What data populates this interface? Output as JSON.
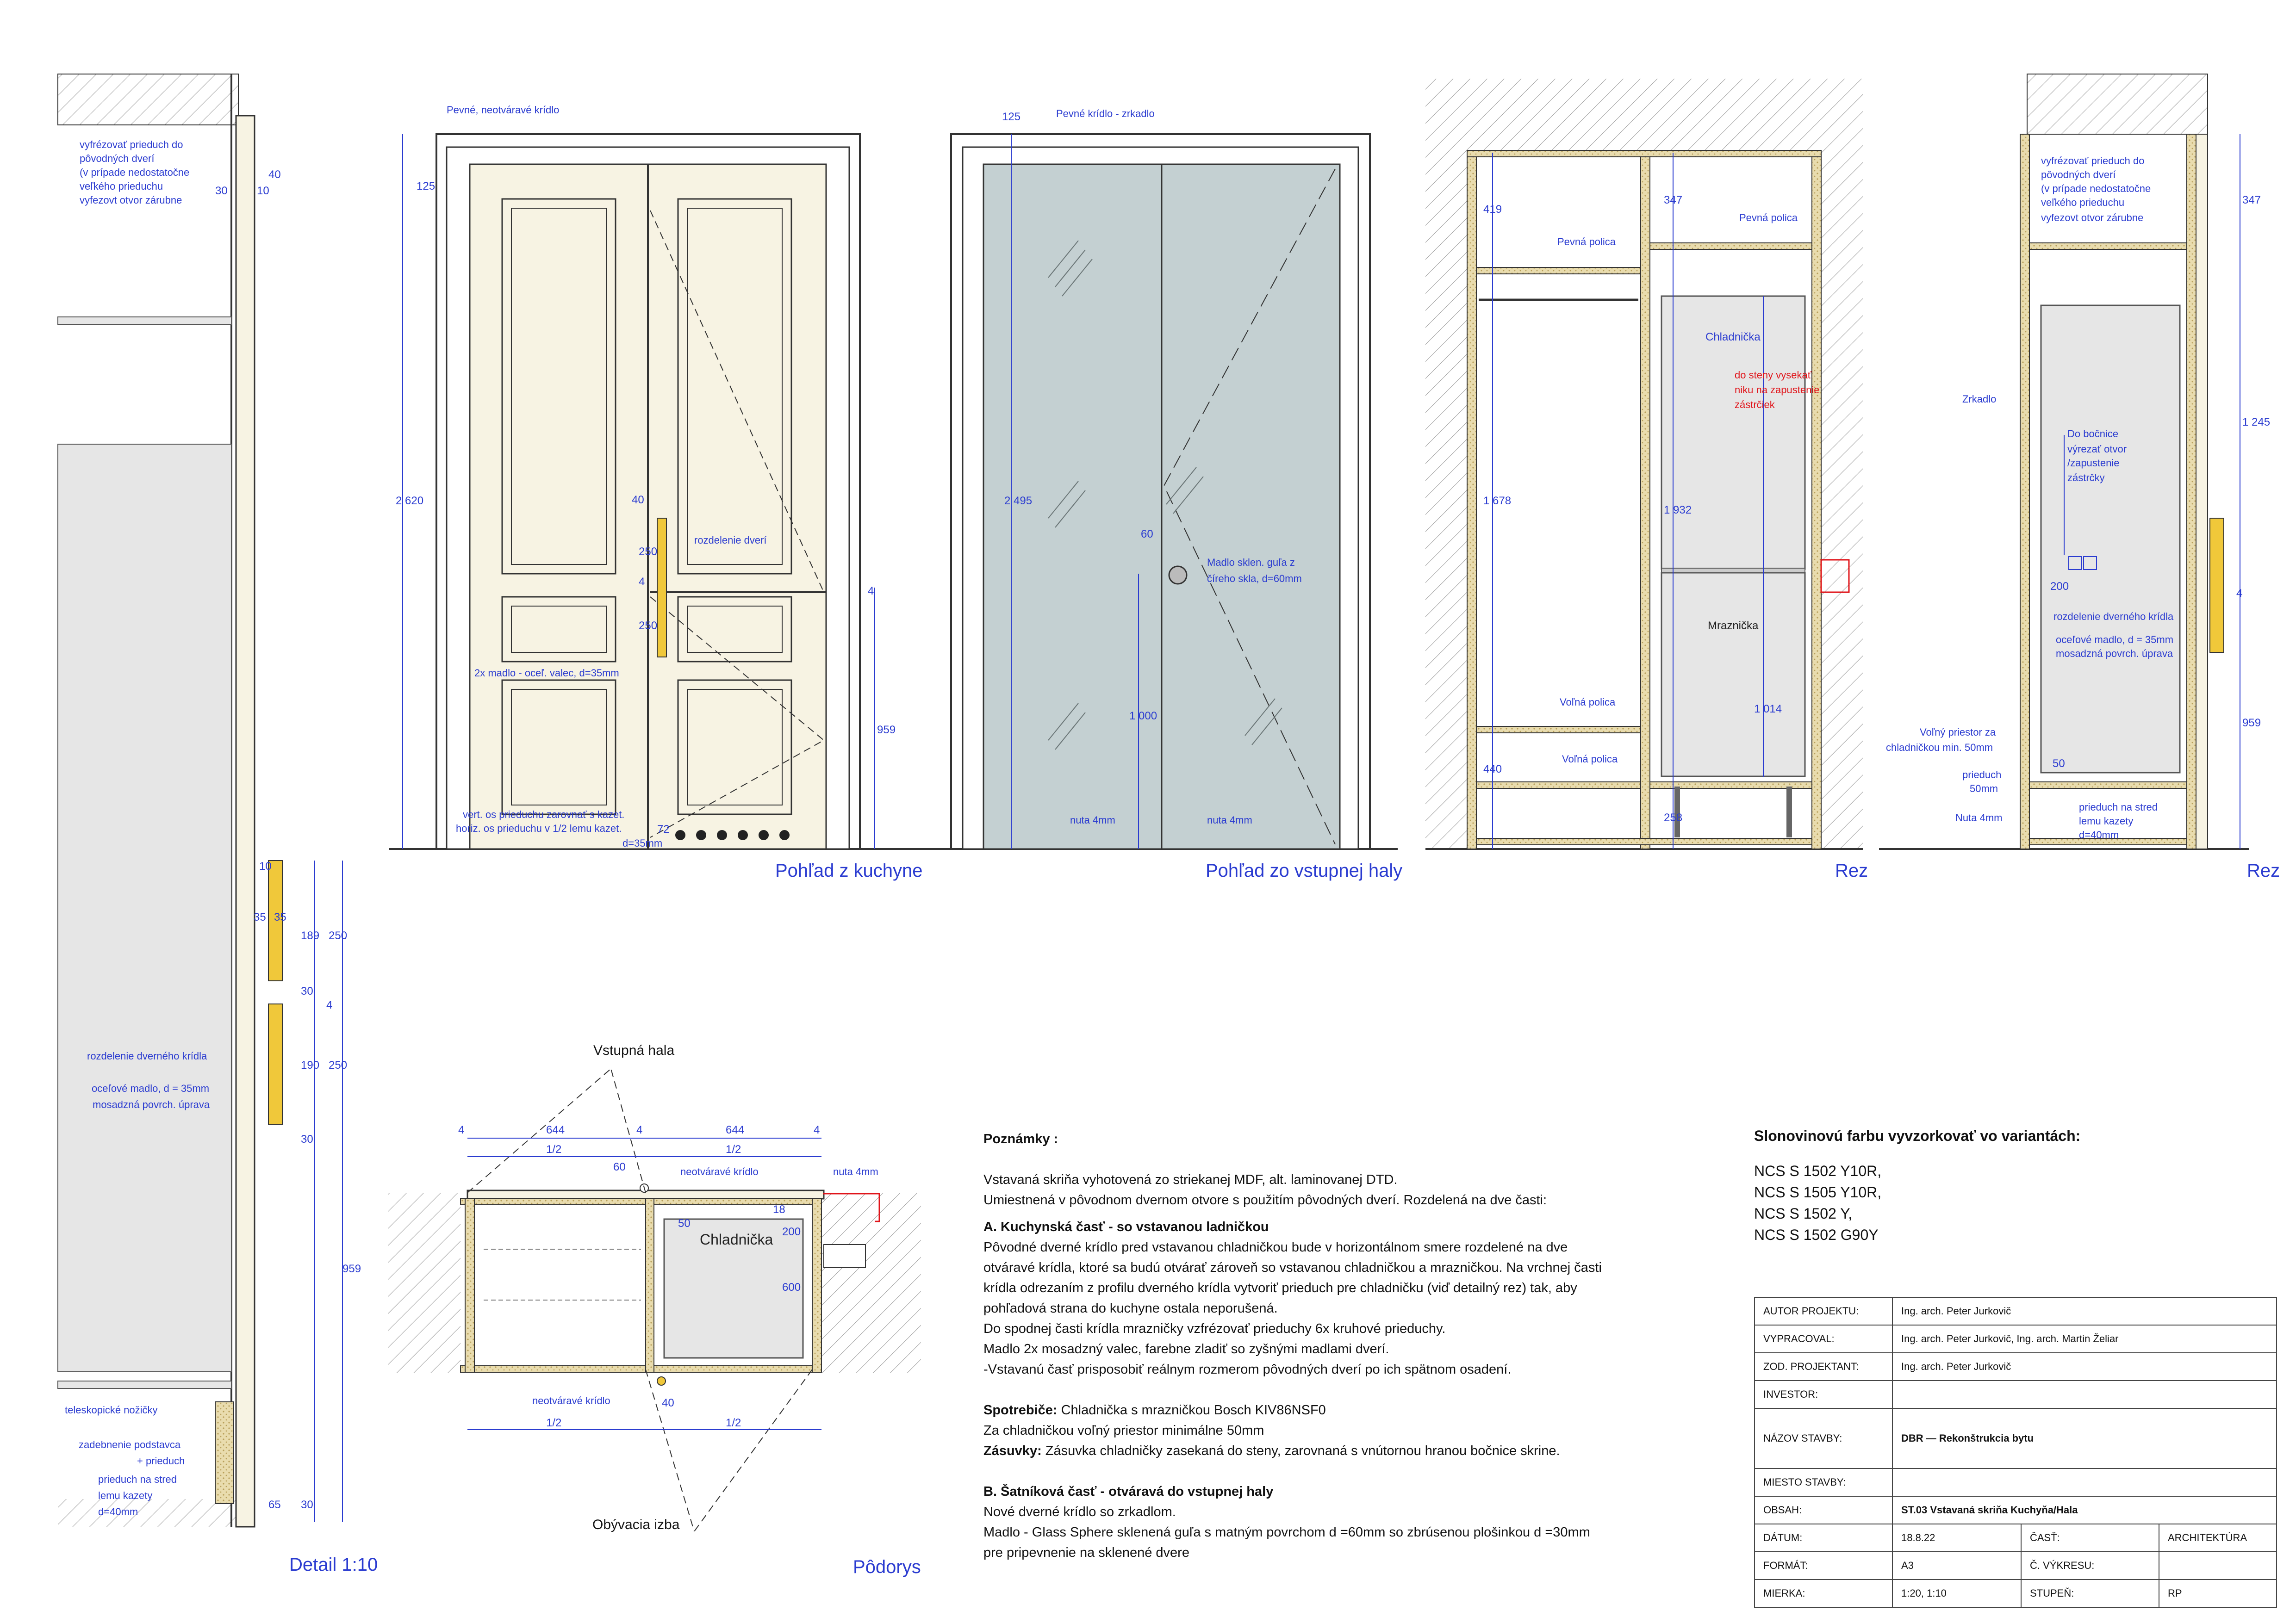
{
  "views": {
    "kitchen_title": "Pohľad z kuchyne",
    "hall_title": "Pohľad zo vstupnej haly",
    "section1_title": "Rez",
    "section2_title": "Rez",
    "detail_title": "Detail 1:10",
    "plan_title": "Pôdorys"
  },
  "kitchen_view": {
    "labels": {
      "fixed_leaf": "Pevné, neotváravé krídlo",
      "door_split": "rozdelenie dverí",
      "handles": "2x madlo - oceľ. valec, d=35mm",
      "vent1": "vert. os prieduchu zarovnať s kazet.",
      "vent2": "horiz. os prieduchu v 1/2 lemu kazet.",
      "vent3": "d=35mm"
    },
    "dims": {
      "d125": "125",
      "d2620": "2 620",
      "d40": "40",
      "d250a": "250",
      "d4": "4",
      "d250b": "250",
      "d959": "959",
      "d4b": "4",
      "d72": "72"
    }
  },
  "hall_view": {
    "labels": {
      "fixed_mirror": "Pevné krídlo - zrkadlo",
      "handle1": "Madlo sklen. guľa z",
      "handle2": "číreho skla, d=60mm",
      "groove1": "nuta 4mm",
      "groove2": "nuta 4mm"
    },
    "dims": {
      "d125": "125",
      "d2495": "2 495",
      "d60": "60",
      "d1000": "1 000"
    }
  },
  "section1": {
    "labels": {
      "fixed_shelf1": "Pevná polica",
      "fixed_shelf2": "Pevná polica",
      "fridge": "Chladnička",
      "freezer": "Mraznička",
      "niche1": "do steny vysekať",
      "niche2": "niku na zapustenie",
      "niche3": "zástrčiek",
      "loose_shelf1": "Voľná polica",
      "loose_shelf2": "Voľná polica"
    },
    "dims": {
      "d419": "419",
      "d347": "347",
      "d1678": "1 678",
      "d1932": "1 932",
      "d1014": "1 014",
      "d440": "440",
      "d258": "258"
    }
  },
  "section2": {
    "labels": {
      "mill1": "vyfrézovať prieduch do",
      "mill2": "pôvodných dverí",
      "mill3": "(v prípade nedostatočne",
      "mill4": "veľkého prieduchu",
      "mill5": "vyfezovt otvor  zárubne",
      "mirror": "Zrkadlo",
      "side1": "Do bočnice",
      "side2": "výrezať otvor",
      "side3": "/zapustenie",
      "side4": "zástrčky",
      "split": "rozdelenie dverného krídla",
      "handle1": "oceľové madlo, d = 35mm",
      "handle2": "mosadzná povrch. úprava",
      "space1": "Voľný priestor za",
      "space2": "chladničkou min. 50mm",
      "vent1": "prieduch",
      "vent2": "50mm",
      "groove": "Nuta 4mm",
      "ventc1": "prieduch na stred",
      "ventc2": "lemu kazety",
      "ventc3": "d=40mm"
    },
    "dims": {
      "d347": "347",
      "d1245": "1 245",
      "d200": "200",
      "d4": "4",
      "d959": "959",
      "d50": "50"
    }
  },
  "detail": {
    "labels": {
      "mill1": "vyfrézovať prieduch do",
      "mill2": "pôvodných dverí",
      "mill3": "(v prípade nedostatočne",
      "mill4": "veľkého prieduchu",
      "mill5": "vyfezovt otvor  zárubne",
      "split": "rozdelenie dverného krídla",
      "handle1": "oceľové madlo, d = 35mm",
      "handle2": "mosadzná povrch. úprava",
      "feet": "teleskopické nožičky",
      "plinth1": "zadebnenie podstavca",
      "plinth2": "+ prieduch",
      "vent1": "prieduch na stred",
      "vent2": "lemu kazety",
      "vent3": "d=40mm"
    },
    "dims": {
      "d40": "40",
      "d30": "30",
      "d10": "10",
      "d10b": "10",
      "d35a": "35",
      "d35b": "35",
      "d189": "189",
      "d250": "250",
      "d30b": "30",
      "d4": "4",
      "d190": "190",
      "d250b": "250",
      "d30c": "30",
      "d959": "959",
      "d65": "65",
      "d30d": "30"
    }
  },
  "plan": {
    "labels": {
      "hall": "Vstupná hala",
      "living": "Obývacia izba",
      "fixed_leaf": "neotváravé krídlo",
      "groove": "nuta 4mm",
      "fridge": "Chladnička",
      "fixed_leaf2": "neotváravé krídlo"
    },
    "dims": {
      "d4a": "4",
      "d644a": "644",
      "d4b": "4",
      "d644b": "644",
      "d4c": "4",
      "half1": "1/2",
      "half2": "1/2",
      "d60": "60",
      "d50": "50",
      "d200": "200",
      "d18": "18",
      "d600": "600",
      "d40": "40",
      "half3": "1/2",
      "half4": "1/2"
    }
  },
  "notes": {
    "heading": "Poznámky :",
    "intro1": "Vstavaná skriňa vyhotovená zo striekanej MDF, alt. laminovanej DTD.",
    "intro2": "Umiestnená v pôvodnom dvernom otvore s použitím pôvodných dverí.  Rozdelená na dve časti:",
    "a_heading": "A. Kuchynská časť - so vstavanou ladničkou",
    "a1": "Pôvodné dverné krídlo pred vstavanou chladničkou bude v horizontálnom smere rozdelené na dve",
    "a2": "otváravé krídla, ktoré sa budú otvárať zároveň so vstavanou chladničkou a mrazničkou. Na vrchnej časti",
    "a3": "krídla odrezaním z profilu dverného krídla vytvoriť prieduch pre chladničku (viď detailný rez) tak, aby",
    "a4": "pohľadová strana do kuchyne ostala neporušená.",
    "a5": "Do spodnej časti krídla mrazničky vzfrézovať prieduchy 6x kruhové prieduchy.",
    "a6": "Madlo 2x mosadzný valec, farebne zladiť so zyšnými madlami dverí.",
    "a7": "-Vstavanú časť prisposobiť reálnym rozmerom pôvodných dverí po ich spätnom osadení.",
    "appl_label": "Spotrebiče:",
    "appl_text": " Chladnička s mrazničkou Bosch KIV86NSF0",
    "appl2": "Za chladničkou voľný priestor minimálne 50mm",
    "sock_label": "Zásuvky:",
    "sock_text": " Zásuvka chladničky zasekaná do steny, zarovnaná s vnútornou hranou bočnice skrine.",
    "b_heading": "B. Šatníková časť - otváravá do vstupnej haly",
    "b1": "Nové dverné krídlo so zrkadlom.",
    "b2": "Madlo - Glass Sphere sklenená guľa s matným povrchom d =60mm so zbrúsenou plošinkou d =30mm",
    "b3": "pre pripevnenie na sklenené dvere"
  },
  "colors_block": {
    "heading": "Slonovinovú farbu vyvzorkovať vo variantách:",
    "c1": "NCS S 1502 Y10R,",
    "c2": "NCS S 1505 Y10R,",
    "c3": "NCS S 1502 Y,",
    "c4": "NCS S 1502 G90Y"
  },
  "title_block": {
    "author_label": "AUTOR PROJEKTU:",
    "author": "Ing. arch. Peter Jurkovič",
    "drawn_label": "VYPRACOVAL:",
    "drawn": "Ing. arch. Peter Jurkovič, Ing. arch. Martin Želiar",
    "resp_label": "ZOD. PROJEKTANT:",
    "resp": "Ing. arch. Peter Jurkovič",
    "investor_label": "INVESTOR:",
    "investor": "",
    "building_label": "NÁZOV STAVBY:",
    "building": "DBR — Rekonštrukcia bytu",
    "site_label": "MIESTO STAVBY:",
    "site": "",
    "content_label": "OBSAH:",
    "content": "ST.03 Vstavaná skriňa Kuchyňa/Hala",
    "date_label": "DÁTUM:",
    "date": "18.8.22",
    "part_label": "ČASŤ:",
    "part": "ARCHITEKTÚRA",
    "format_label": "FORMÁT:",
    "format": "A3",
    "sheet_label": "Č. VÝKRESU:",
    "sheet": "",
    "scale_label": "MIERKA:",
    "scale": "1:20, 1:10",
    "stage_label": "STUPEŇ:",
    "stage": "RP"
  },
  "colors": {
    "annotation": "#2a3bd0",
    "wood": "#e9dcae",
    "glass": "#c4d0d2",
    "appliance": "#e6e6e6",
    "brass": "#f0c83a",
    "red": "#e0141a"
  }
}
